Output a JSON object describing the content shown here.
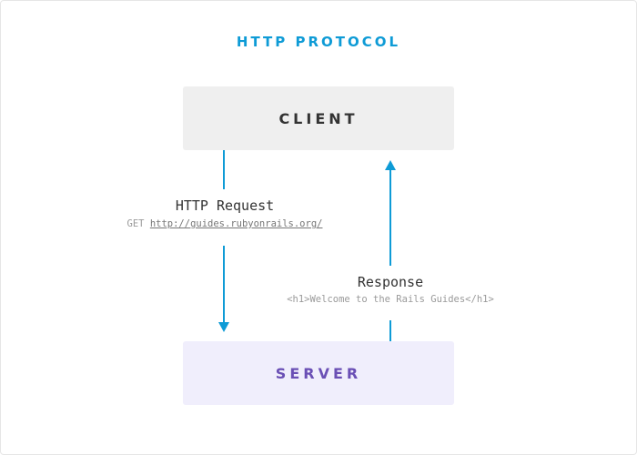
{
  "diagram": {
    "title": "HTTP PROTOCOL",
    "client_label": "CLIENT",
    "server_label": "SERVER",
    "request": {
      "label": "HTTP Request",
      "method": "GET",
      "url": "http://guides.rubyonrails.org/"
    },
    "response": {
      "label": "Response",
      "body": "<h1>Welcome to the Rails Guides</h1>"
    },
    "colors": {
      "accent": "#0e9bd6",
      "client_bg": "#efefef",
      "server_bg": "#f0eefc",
      "server_text": "#6a4fb5"
    }
  }
}
